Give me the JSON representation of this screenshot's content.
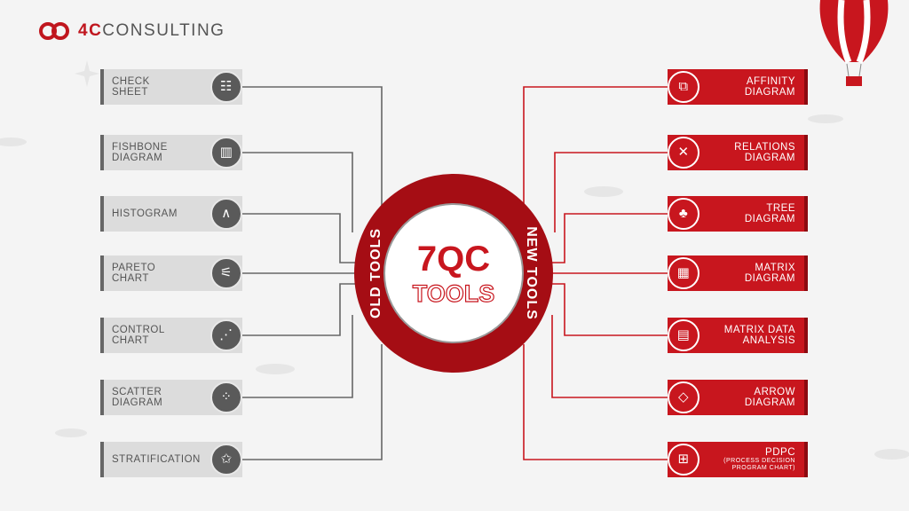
{
  "brand": {
    "prefix": "4C",
    "name": "CONSULTING"
  },
  "center": {
    "line1": "7QC",
    "line2": "TOOLS",
    "left_arc": "OLD TOOLS",
    "right_arc": "NEW TOOLS"
  },
  "old_tools": [
    {
      "label": "CHECK SHEET",
      "icon": "checklist-icon"
    },
    {
      "label": "FISHBONE DIAGRAM",
      "icon": "bar-chart-icon"
    },
    {
      "label": "HISTOGRAM",
      "icon": "histogram-icon"
    },
    {
      "label": "PARETO CHART",
      "icon": "sliders-icon"
    },
    {
      "label": "CONTROL CHART",
      "icon": "control-chart-icon"
    },
    {
      "label": "SCATTER DIAGRAM",
      "icon": "scatter-icon"
    },
    {
      "label": "STRATIFICATION",
      "icon": "chat-star-icon"
    }
  ],
  "new_tools": [
    {
      "label": "AFFINITY DIAGRAM",
      "icon": "hierarchy-icon"
    },
    {
      "label": "RELATIONS DIAGRAM",
      "icon": "network-icon"
    },
    {
      "label": "TREE DIAGRAM",
      "icon": "tree-icon"
    },
    {
      "label": "MATRIX DIAGRAM",
      "icon": "grid-icon"
    },
    {
      "label": "MATRIX DATA ANALYSIS",
      "icon": "table-icon"
    },
    {
      "label": "ARROW DIAGRAM",
      "icon": "arrow-diagram-icon"
    },
    {
      "label": "PDPC",
      "sub": "(PROCESS DECISION PROGRAM CHART)",
      "icon": "flowchart-icon"
    }
  ],
  "colors": {
    "red": "#c8161e",
    "dark_red": "#a50d14",
    "gray_box": "#dcdcdc",
    "gray_icon": "#5a5a5a"
  }
}
